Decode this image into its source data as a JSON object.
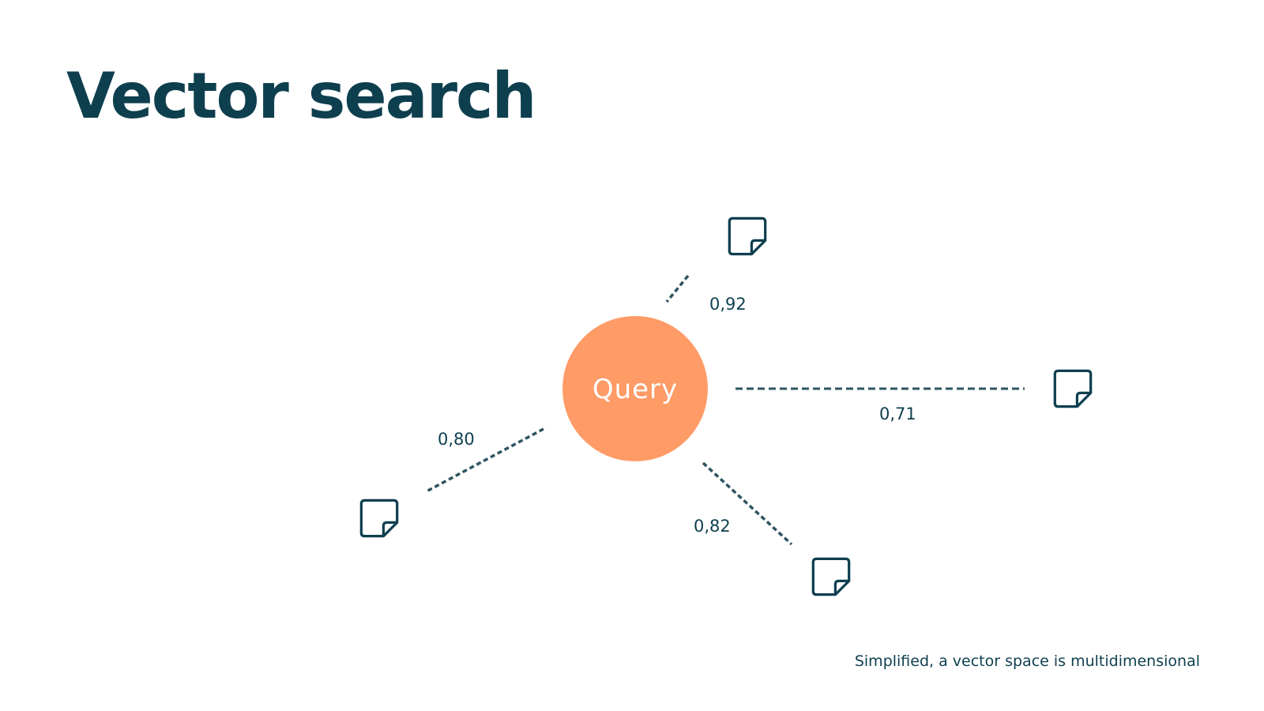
{
  "slide": {
    "title": "Vector search",
    "footnote": "Simplified, a vector space is multidimensional"
  },
  "diagram": {
    "query": {
      "label": "Query",
      "color": "#FF9B66",
      "text_color": "#FFFFFF"
    },
    "line_color": "#2E5561",
    "ink_color": "#0E3F4F",
    "document_icon": "sticky-note-icon",
    "results": [
      {
        "id": "top",
        "score": "0,92"
      },
      {
        "id": "right",
        "score": "0,71"
      },
      {
        "id": "bottom-right",
        "score": "0,82"
      },
      {
        "id": "left",
        "score": "0,80"
      }
    ]
  }
}
